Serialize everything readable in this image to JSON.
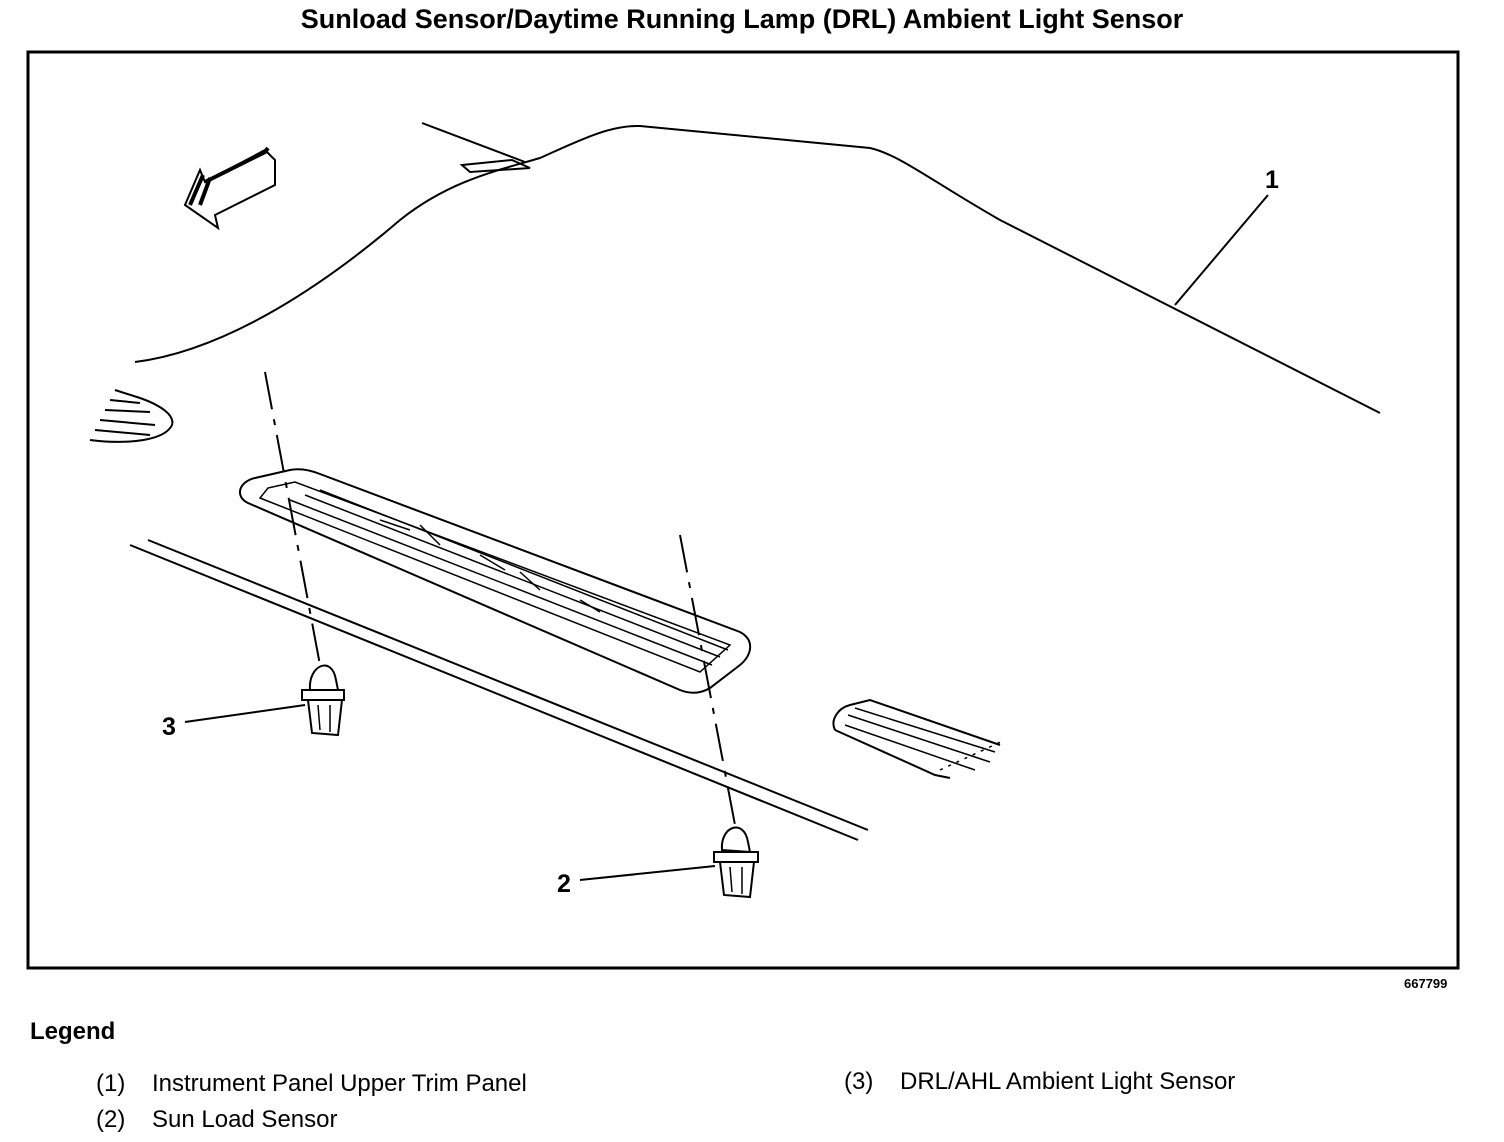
{
  "title": "Sunload Sensor/Daytime Running Lamp (DRL) Ambient Light Sensor",
  "figure_number": "667799",
  "callouts": [
    "1",
    "2",
    "3"
  ],
  "legend": {
    "heading": "Legend",
    "items": [
      {
        "num": "(1)",
        "label": "Instrument Panel Upper Trim Panel"
      },
      {
        "num": "(2)",
        "label": "Sun Load Sensor"
      },
      {
        "num": "(3)",
        "label": "DRL/AHL Ambient Light Sensor"
      }
    ]
  }
}
